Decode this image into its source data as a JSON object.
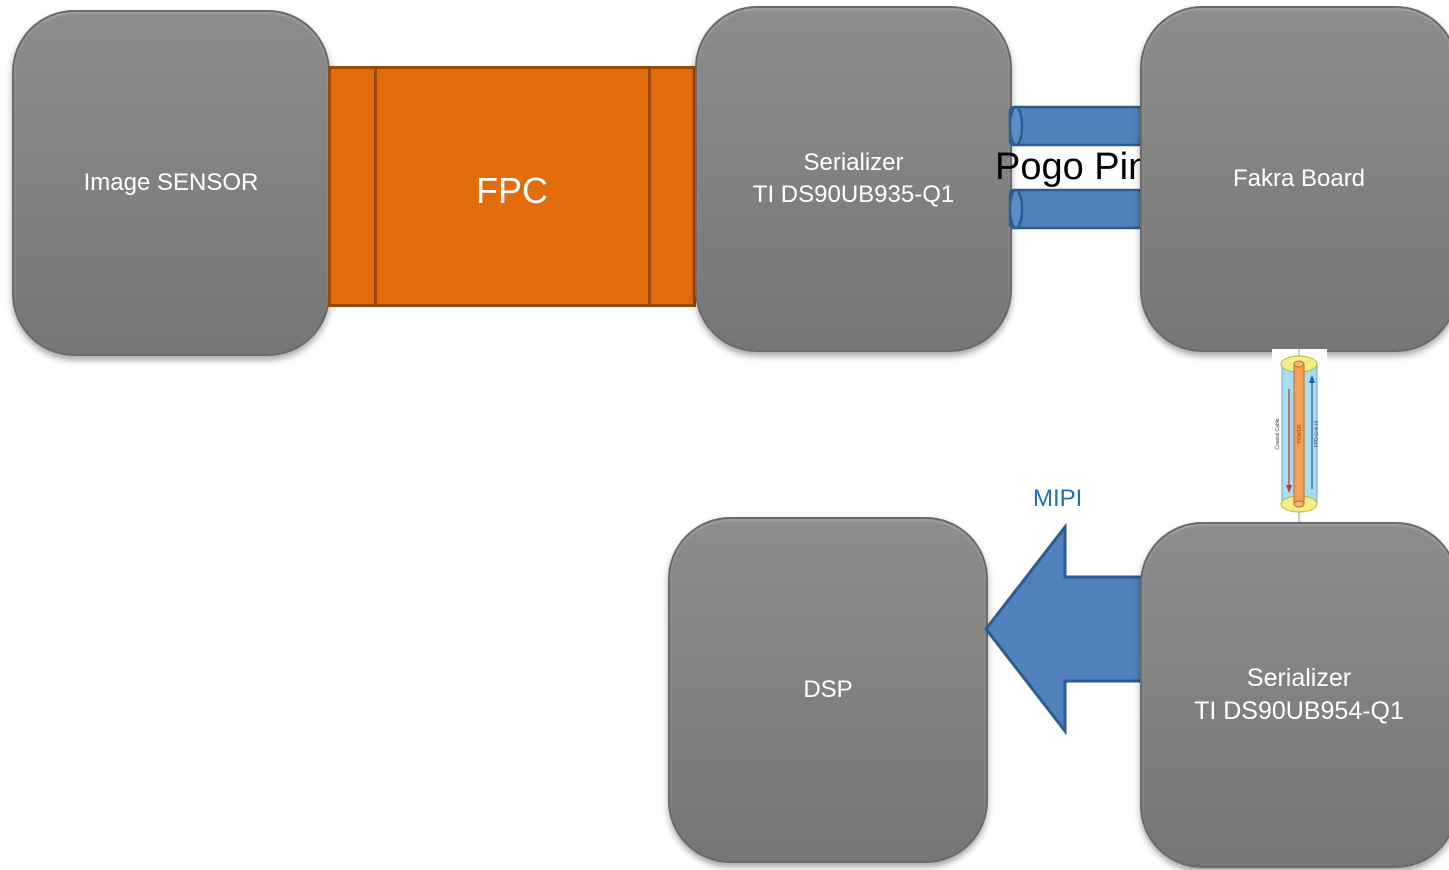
{
  "blocks": {
    "image_sensor": "Image SENSOR",
    "serializer_935_line1": "Serializer",
    "serializer_935_line2": "TI DS90UB935-Q1",
    "fakra": "Fakra Board",
    "dsp": "DSP",
    "serializer_954_line1": "Serializer",
    "serializer_954_line2": "TI DS90UB954-Q1"
  },
  "connectors": {
    "fpc": "FPC",
    "pogo_pin": "Pogo Pin",
    "mipi": "MIPI"
  },
  "coax_cable": {
    "title": "Coaxial Cable",
    "power": "POWER",
    "link": "FPD-Link III"
  },
  "colors": {
    "block_fill": "#808080",
    "fpc_fill": "#e36c0a",
    "pogo_fill": "#4f81bd",
    "mipi_arrow": "#4f81bd",
    "mipi_text": "#1f6fb4"
  }
}
